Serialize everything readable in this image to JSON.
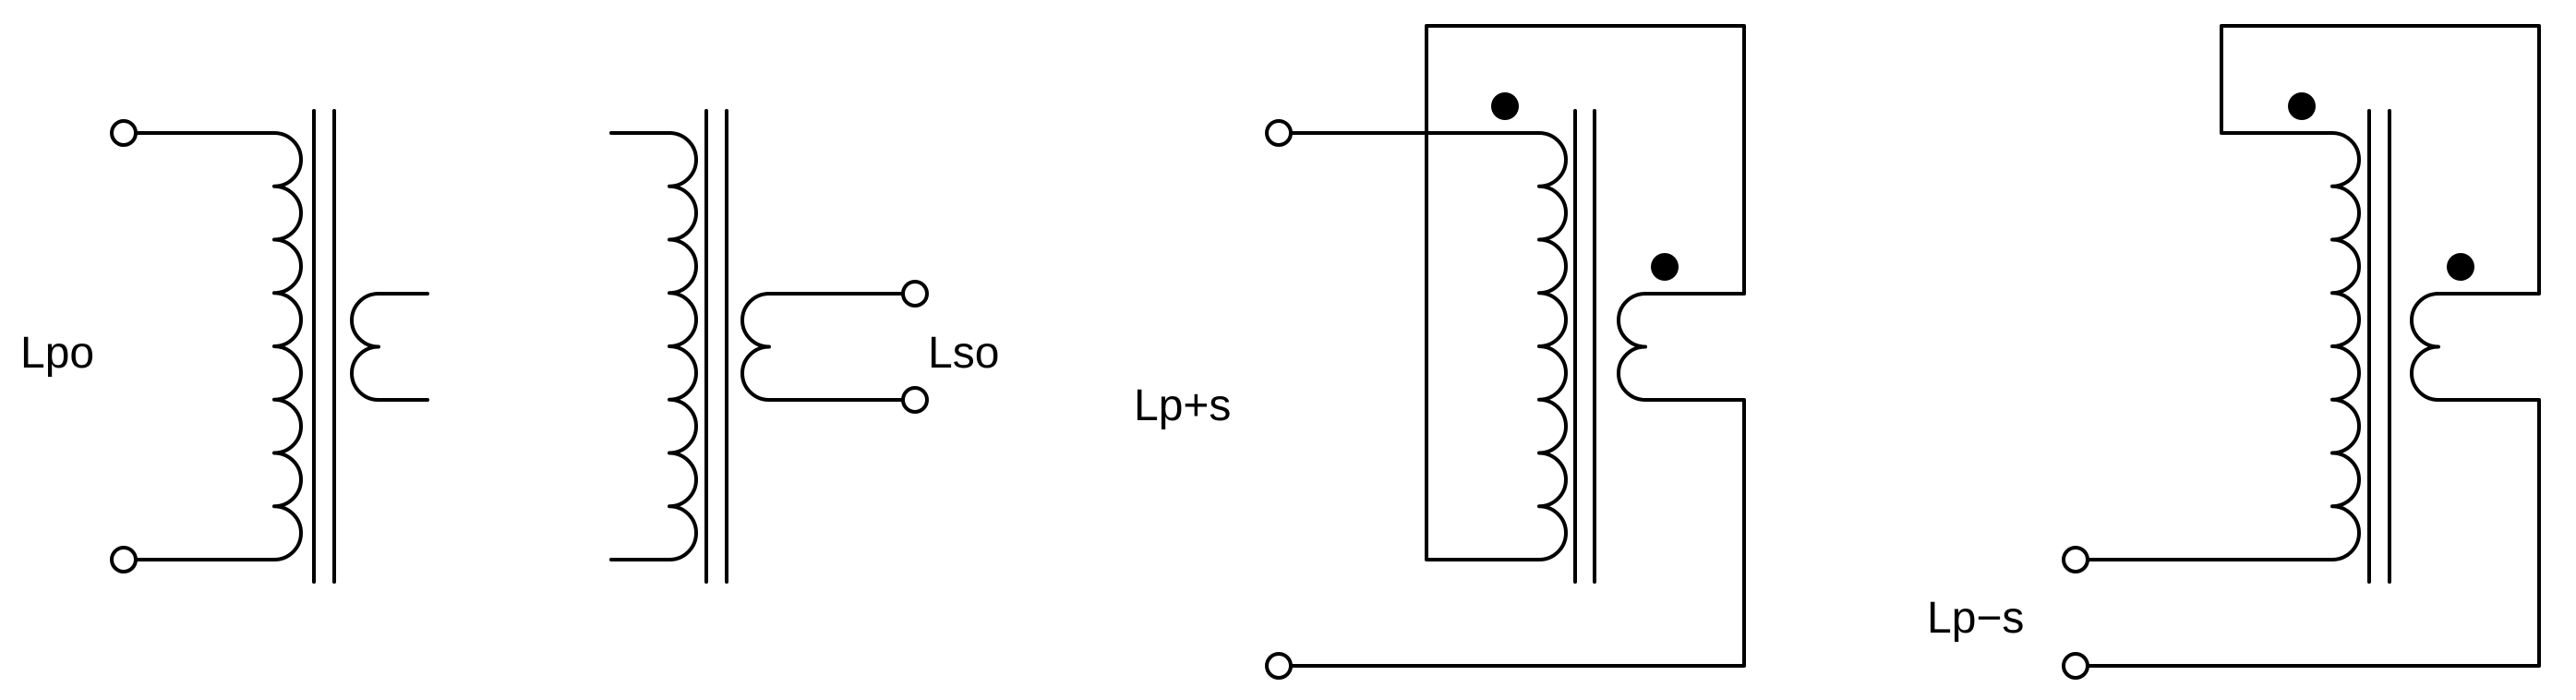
{
  "labels": {
    "lpo": "Lpo",
    "lso": "Lso",
    "lp_plus_s": "Lp+s",
    "lp_minus_s": "Lp−s"
  },
  "colors": {
    "stroke": "#000000",
    "background": "#ffffff"
  }
}
